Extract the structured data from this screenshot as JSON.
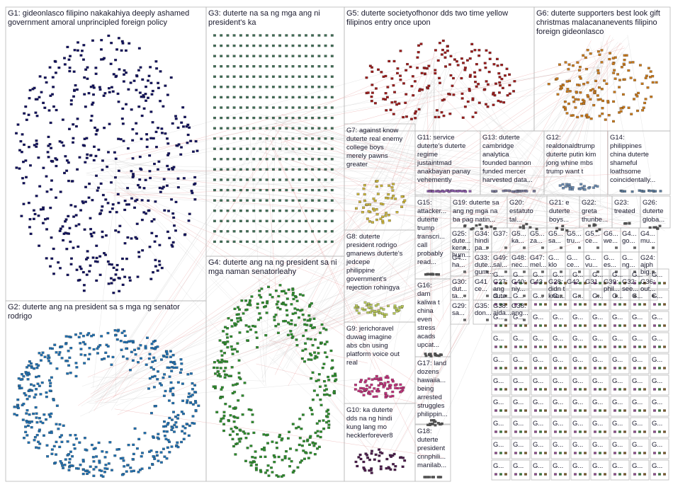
{
  "groups": [
    {
      "id": "G1",
      "lines": [
        "G1: gideonlasco filipino nakakahiya deeply ashamed",
        "government amoral unprincipled foreign policy"
      ],
      "color": "#10105e",
      "layout": "ellipse",
      "count": 520
    },
    {
      "id": "G2",
      "lines": [
        "G2: duterte ang na president sa s mga ng senator",
        "rodrigo"
      ],
      "color": "#1f6fb0",
      "layout": "ring",
      "count": 480
    },
    {
      "id": "G3",
      "lines": [
        "G3: duterte na sa ng mga ang ni",
        "president's ka"
      ],
      "color": "#3e6e55",
      "layout": "grid",
      "count": 400
    },
    {
      "id": "G4",
      "lines": [
        "G4: duterte ang na ng president sa ni",
        "mga naman senatorleahy"
      ],
      "color": "#2c8c2c",
      "layout": "ring",
      "count": 420
    },
    {
      "id": "G5",
      "lines": [
        "G5: duterte societyofhonor dds two time yellow",
        "filipinos entry once upon"
      ],
      "color": "#9b1b1b",
      "layout": "cloud",
      "count": 180
    },
    {
      "id": "G6",
      "lines": [
        "G6: duterte supporters best look gift",
        "christmas malacananevents filipino",
        "foreign gideonlasco"
      ],
      "color": "#c8781a",
      "layout": "cloud",
      "count": 150
    },
    {
      "id": "G7",
      "lines": [
        "G7: against know",
        "duterte real enemy",
        "college boys",
        "merely pawns",
        "greater"
      ],
      "color": "#c8b23a",
      "layout": "cloud",
      "count": 55
    },
    {
      "id": "G8",
      "lines": [
        "G8: duterte",
        "president rodrigo",
        "gmanews duterte's",
        "jedcepe",
        "philippine",
        "government's",
        "rejection rohingya"
      ],
      "color": "#b8c85a",
      "layout": "cloud",
      "count": 50
    },
    {
      "id": "G9",
      "lines": [
        "G9: jerichoravel",
        "duwag imagine",
        "abs cbn using",
        "platform voice out",
        "real"
      ],
      "color": "#c0307a",
      "layout": "cloud",
      "count": 80
    },
    {
      "id": "G10",
      "lines": [
        "G10: ka duterte",
        "dds na ng hindi",
        "kung lang mo",
        "hecklerforever8"
      ],
      "color": "#4a1a4a",
      "layout": "cloud",
      "count": 45
    },
    {
      "id": "G11",
      "lines": [
        "G11: service",
        "duterte's duterte",
        "regime",
        "justaintmad",
        "anakbayan panay",
        "vehemently"
      ],
      "color": "#8a5aa8",
      "layout": "cloud",
      "count": 30
    },
    {
      "id": "G12",
      "lines": [
        "G12:",
        "realdonaldtrump",
        "duterte putin kim",
        "jong whine mbs",
        "trump want t"
      ],
      "color": "#6a8ab0",
      "layout": "cloud",
      "count": 25
    },
    {
      "id": "G13",
      "lines": [
        "G13: duterte",
        "cambridge",
        "analytica",
        "founded bannon",
        "funded mercer",
        "harvested data..."
      ],
      "color": "#7a7a9a",
      "layout": "cloud",
      "count": 25
    },
    {
      "id": "G14",
      "lines": [
        "G14:",
        "philippines",
        "china duterte",
        "shameful",
        "loathsome",
        "coincidentally..."
      ],
      "color": "#5a7a9a",
      "layout": "cloud",
      "count": 20
    },
    {
      "id": "G15",
      "lines": [
        "G15:",
        "attacker...",
        "duterte",
        "trump",
        "transcri...",
        "call",
        "probably",
        "read..."
      ],
      "color": "#555555",
      "layout": "cloud",
      "count": 14
    },
    {
      "id": "G16",
      "lines": [
        "G16:",
        "dam",
        "kaliwa t",
        "china",
        "even",
        "stress",
        "acads",
        "upcat..."
      ],
      "color": "#555555",
      "layout": "cloud",
      "count": 14
    },
    {
      "id": "G17",
      "lines": [
        "G17: land",
        "dozens",
        "hawaiia...",
        "being",
        "arrested",
        "struggles",
        "philippin..."
      ],
      "color": "#555555",
      "layout": "cloud",
      "count": 14
    },
    {
      "id": "G18",
      "lines": [
        "G18:",
        "duterte",
        "president",
        "cnnphili...",
        "manilab..."
      ],
      "color": "#555555",
      "layout": "cloud",
      "count": 12
    },
    {
      "id": "G19",
      "lines": [
        "G19: duterte sa",
        "ang ng mga na",
        "ba pag natin..."
      ],
      "color": "#555555",
      "layout": "cloud",
      "count": 12
    },
    {
      "id": "G20",
      "lines": [
        "G20:",
        "estatuto",
        "tal..."
      ],
      "color": "#555555",
      "layout": "cloud",
      "count": 6
    },
    {
      "id": "G21",
      "lines": [
        "G21: e",
        "duterte",
        "boys..."
      ],
      "color": "#555555",
      "layout": "cloud",
      "count": 6
    },
    {
      "id": "G22",
      "lines": [
        "G22:",
        "greta",
        "thunbe..."
      ],
      "color": "#555555",
      "layout": "cloud",
      "count": 6
    },
    {
      "id": "G23",
      "lines": [
        "G23:",
        "treated"
      ],
      "color": "#555555",
      "layout": "cloud",
      "count": 6
    },
    {
      "id": "G26",
      "lines": [
        "G26:",
        "duterte",
        "globa..."
      ],
      "color": "#555555",
      "layout": "cloud",
      "count": 6
    }
  ],
  "tiles": [
    [
      "G25:",
      "dute...",
      "kenr...",
      "hum..."
    ],
    [
      "G34:",
      "hindi",
      "pa..."
    ],
    [
      "G37:"
    ],
    [
      "G5...",
      "ka..."
    ],
    [
      "G5...",
      "za..."
    ],
    [
      "G5...",
      "sa..."
    ],
    [
      "G5...",
      "tru..."
    ],
    [
      "G5...",
      "ce..."
    ],
    [
      "G6...",
      "we..."
    ],
    [
      "G4...",
      "go..."
    ],
    [
      "G4...",
      "mu..."
    ],
    [
      "G4...",
      "ha..."
    ],
    [
      "G33:",
      "dute...",
      "gum..."
    ],
    [
      "G49:",
      "sal..."
    ],
    [
      "G48:",
      "nec..."
    ],
    [
      "G47:",
      "mel..."
    ],
    [
      "G...",
      "klo"
    ],
    [
      "G...",
      "ce..."
    ],
    [
      "G...",
      "vu..."
    ],
    [
      "G...",
      "es..."
    ],
    [
      "G...",
      "ng..."
    ],
    [
      "G24:",
      "ajph",
      "big..."
    ],
    [
      "G30:",
      "dut...",
      "ta..."
    ],
    [
      "G41",
      "ce..."
    ],
    [
      "G27:",
      "ang",
      "dute..."
    ],
    [
      "G40:",
      "niy..."
    ],
    [
      "G43"
    ],
    [
      "G28:",
      "didn t",
      "kno..."
    ],
    [
      "G42"
    ],
    [
      "G31"
    ],
    [
      "G39:",
      "phil..."
    ],
    [
      "G32:",
      "see..."
    ],
    [
      "G36:",
      "out..."
    ],
    [
      "G29:",
      "sa..."
    ],
    [
      "G35:",
      "don..."
    ],
    [
      "G38:",
      "aida..."
    ],
    [
      "G38:",
      "ang..."
    ]
  ]
}
